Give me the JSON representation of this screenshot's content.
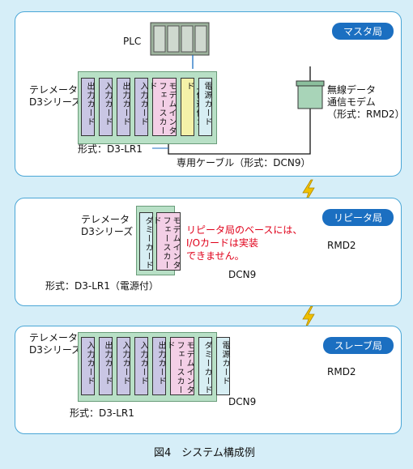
{
  "master": {
    "badge": "マスタ局",
    "plc": "PLC",
    "telemeter": "テレメータ\nD3シリーズ",
    "cards": [
      "出力カード",
      "入力カード",
      "出力カード",
      "入力カード",
      "モデムインタフェースカード",
      "上位通信カード",
      "電源カード"
    ],
    "model": "形式：D3-LR1",
    "radio": "無線データ\n通信モデム\n（形式：RMD2）",
    "cable": "専用ケーブル（形式：DCN9）"
  },
  "repeater": {
    "badge": "リピータ局",
    "telemeter": "テレメータ\nD3シリーズ",
    "cards": [
      "ダミーカード",
      "モデムインタフェースカード"
    ],
    "model": "形式：D3-LR1（電源付）",
    "note": "リピータ局のベースには、\nI/Oカードは実装\nできません。",
    "radio": "RMD2",
    "cable": "DCN9"
  },
  "slave": {
    "badge": "スレーブ局",
    "telemeter": "テレメータ\nD3シリーズ",
    "cards": [
      "入力カード",
      "出力カード",
      "入力カード",
      "入力カード",
      "出力カード",
      "モデムインタフェースカード",
      "ダミーカード",
      "電源カード"
    ],
    "model": "形式：D3-LR1",
    "radio": "RMD2",
    "cable": "DCN9"
  },
  "caption": "図4　システム構成例",
  "colors": {
    "panel_border": "#4aa6d6",
    "badge": "#1b6fc1",
    "io_card": "#c9c6e4",
    "modem_card": "#f3cfe6",
    "comm_card": "#f4f1a8",
    "power_card": "#d7eef3",
    "rack": "#b8e0c6",
    "note": "#e0001a",
    "lightning": "#f0c000"
  }
}
